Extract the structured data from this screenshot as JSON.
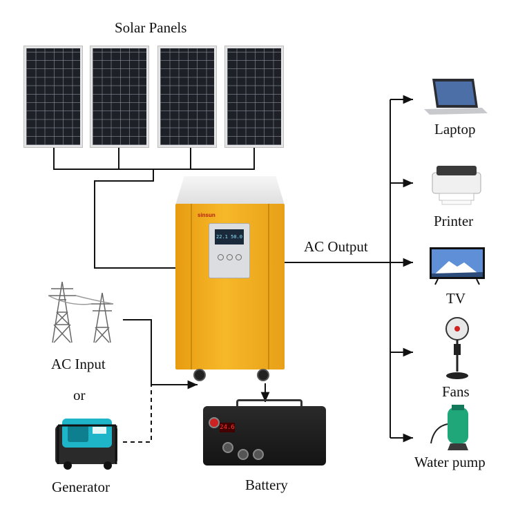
{
  "labels": {
    "solar_panels": "Solar Panels",
    "ac_output": "AC Output",
    "ac_input": "AC Input",
    "or": "or",
    "generator": "Generator",
    "battery": "Battery"
  },
  "loads": [
    {
      "label": "Laptop",
      "icon": "laptop-icon"
    },
    {
      "label": "Printer",
      "icon": "printer-icon"
    },
    {
      "label": "TV",
      "icon": "tv-icon"
    },
    {
      "label": "Fans",
      "icon": "fan-icon"
    },
    {
      "label": "Water pump",
      "icon": "water-pump-icon"
    }
  ],
  "inverter": {
    "brand": "sinsun",
    "screen_reading": "22.1  50.0"
  },
  "battery_display": "24.6",
  "colors": {
    "wire": "#111111",
    "inverter_body": "#f4b223",
    "battery_body": "#1c1c1c"
  }
}
